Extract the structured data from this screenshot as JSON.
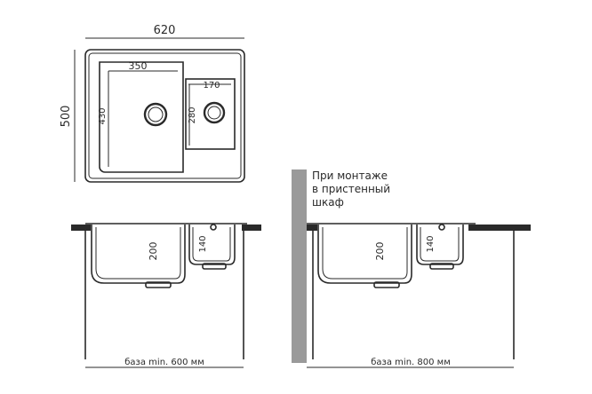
{
  "top_view": {
    "overall_width": "620",
    "overall_depth": "500",
    "main_bowl_width": "350",
    "main_bowl_depth": "430",
    "small_bowl_width": "170",
    "small_bowl_depth": "280"
  },
  "front_view": {
    "main_bowl_height": "200",
    "small_bowl_height": "140",
    "base_min": "база min. 600 мм"
  },
  "wall_view": {
    "note_line1": "При монтаже",
    "note_line2": "в пристенный",
    "note_line3": "шкаф",
    "main_bowl_height": "200",
    "small_bowl_height": "140",
    "base_min": "база min. 800 мм"
  }
}
